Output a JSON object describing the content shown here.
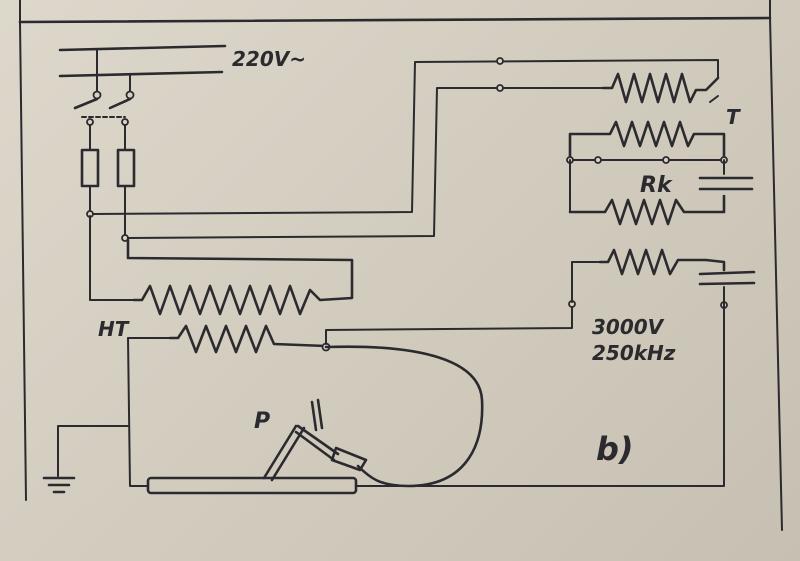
{
  "diagram": {
    "supply_label": "220V~",
    "transformer_label": "T",
    "capacitor_label": "Rk",
    "ht_label": "HT",
    "voltage_label": "3000V",
    "frequency_label": "250kHz",
    "probe_label": "P",
    "figure_label": "b)"
  }
}
